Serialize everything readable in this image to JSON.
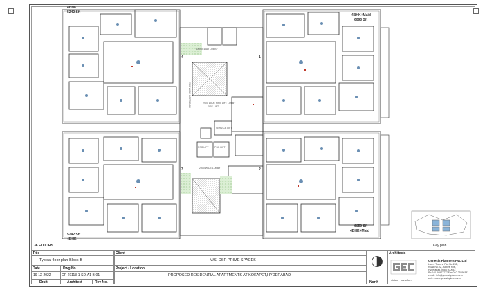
{
  "plan": {
    "unit_tags": {
      "top_left": [
        "4BHK",
        "5242 Sft"
      ],
      "top_right": [
        "4BHK+Maid",
        "6090 Sft"
      ],
      "bottom_left": [
        "5242 Sft",
        "4BHK"
      ],
      "bottom_right": [
        "6059 Sft",
        "4BHK+Maid"
      ]
    },
    "core_labels": {
      "lobby_top": "DRIVEWAY LOBBY",
      "corridor": "2900 WIDE CORRIDOR",
      "fire_lift": "2900 WIDE FIRE LIFT LOBBY",
      "fire_lift_2": "FIRE LIFT",
      "service_lift": "SERVICE LIFT",
      "lobby_bottom": "2900 WIDE LOBBY",
      "lift_1": "PSG LIFT",
      "lift_2": "PSG LIFT"
    },
    "unit_numbers": [
      "1",
      "2",
      "3",
      "4"
    ],
    "floors": "36 FLOORS",
    "key_plan": "Key plan"
  },
  "title_block": {
    "title_h": "Title",
    "title": "Typical floor plan-Block-B",
    "date_h": "Date",
    "date": "19-12-2022",
    "dwg_h": "Dwg No.",
    "dwg": "GP-21113-1-SD-A1-B-01",
    "draft_h": "Draft",
    "architect_h": "Architect",
    "rev_h": "Rev No.",
    "client_h": "Client",
    "client": "M/S. DSR PRIME SPACES",
    "project_h": "Project / Location",
    "project": "PROPOSED RESIDENTIAL APARTMENTS AT KOKAPET,HYDERABAD",
    "north_h": "North",
    "architects_h": "Architects",
    "firm": "Genesis Planners Pvt. Ltd",
    "address": [
      "Laxmi Towers, Plot No.23B,",
      "Road No.92, Jubilee Hills,",
      "Hyderabad, India 500033",
      "Ph:040-66977777 Fax:040-23550383",
      "email : info@genesisplanners.in",
      "web : www.genesisplanners.in"
    ],
    "tagline": "vision · transform",
    "logo": "GENESIS"
  }
}
